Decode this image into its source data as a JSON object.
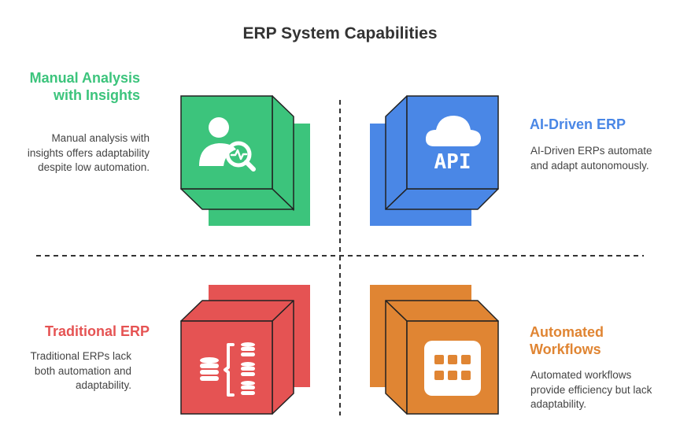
{
  "title": "ERP System Capabilities",
  "quadrants": {
    "manual": {
      "heading": "Manual Analysis with Insights",
      "description": "Manual analysis with insights offers adaptability despite low automation.",
      "icon": "user-analytics-icon",
      "color": "#3cc47c"
    },
    "ai": {
      "heading": "AI-Driven ERP",
      "description": "AI-Driven ERPs automate and adapt autonomously.",
      "icon": "cloud-api-icon",
      "icon_text": "API",
      "color": "#4a87e6"
    },
    "traditional": {
      "heading": "Traditional ERP",
      "description": "Traditional ERPs lack both automation and adaptability.",
      "icon": "database-hierarchy-icon",
      "color": "#e55353"
    },
    "automated": {
      "heading": "Automated Workflows",
      "description": "Automated workflows provide efficiency but lack adaptability.",
      "icon": "app-grid-icon",
      "color": "#e08533"
    }
  }
}
